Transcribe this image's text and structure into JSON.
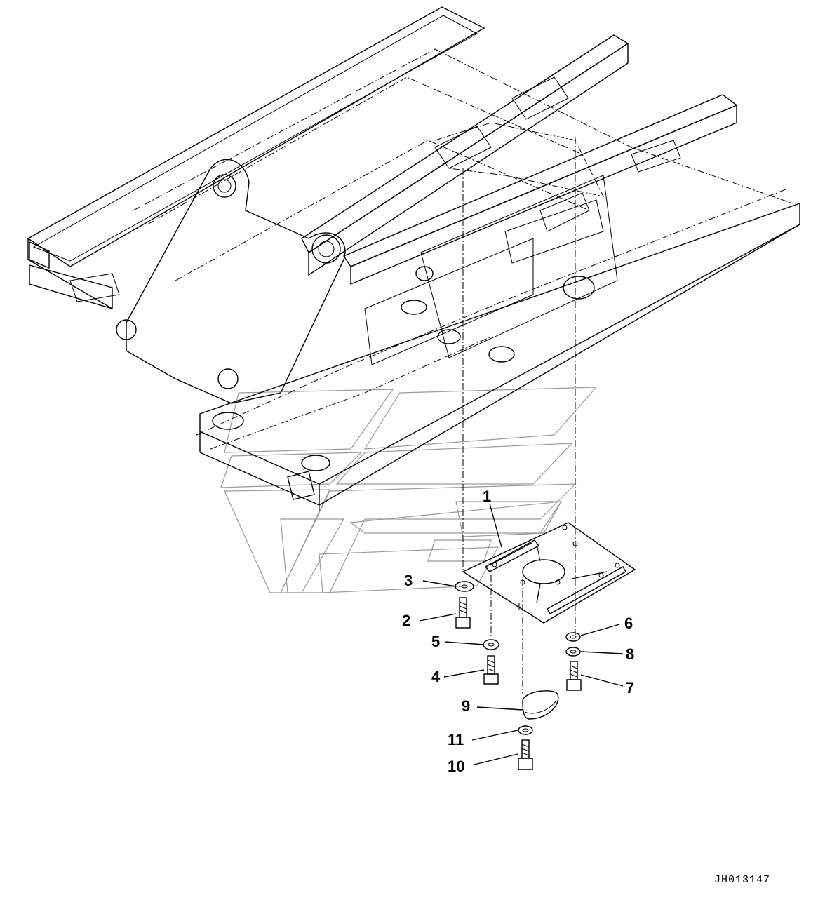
{
  "drawing_code": "JH013147",
  "callouts": [
    {
      "id": "c1",
      "label": "1"
    },
    {
      "id": "c2",
      "label": "2"
    },
    {
      "id": "c3",
      "label": "3"
    },
    {
      "id": "c4",
      "label": "4"
    },
    {
      "id": "c5",
      "label": "5"
    },
    {
      "id": "c6",
      "label": "6"
    },
    {
      "id": "c7",
      "label": "7"
    },
    {
      "id": "c8",
      "label": "8"
    },
    {
      "id": "c9",
      "label": "9"
    },
    {
      "id": "c10",
      "label": "10"
    },
    {
      "id": "c11",
      "label": "11"
    }
  ],
  "colors": {
    "line": "#000000",
    "watermark": "#9a9a9a",
    "background": "#ffffff"
  }
}
